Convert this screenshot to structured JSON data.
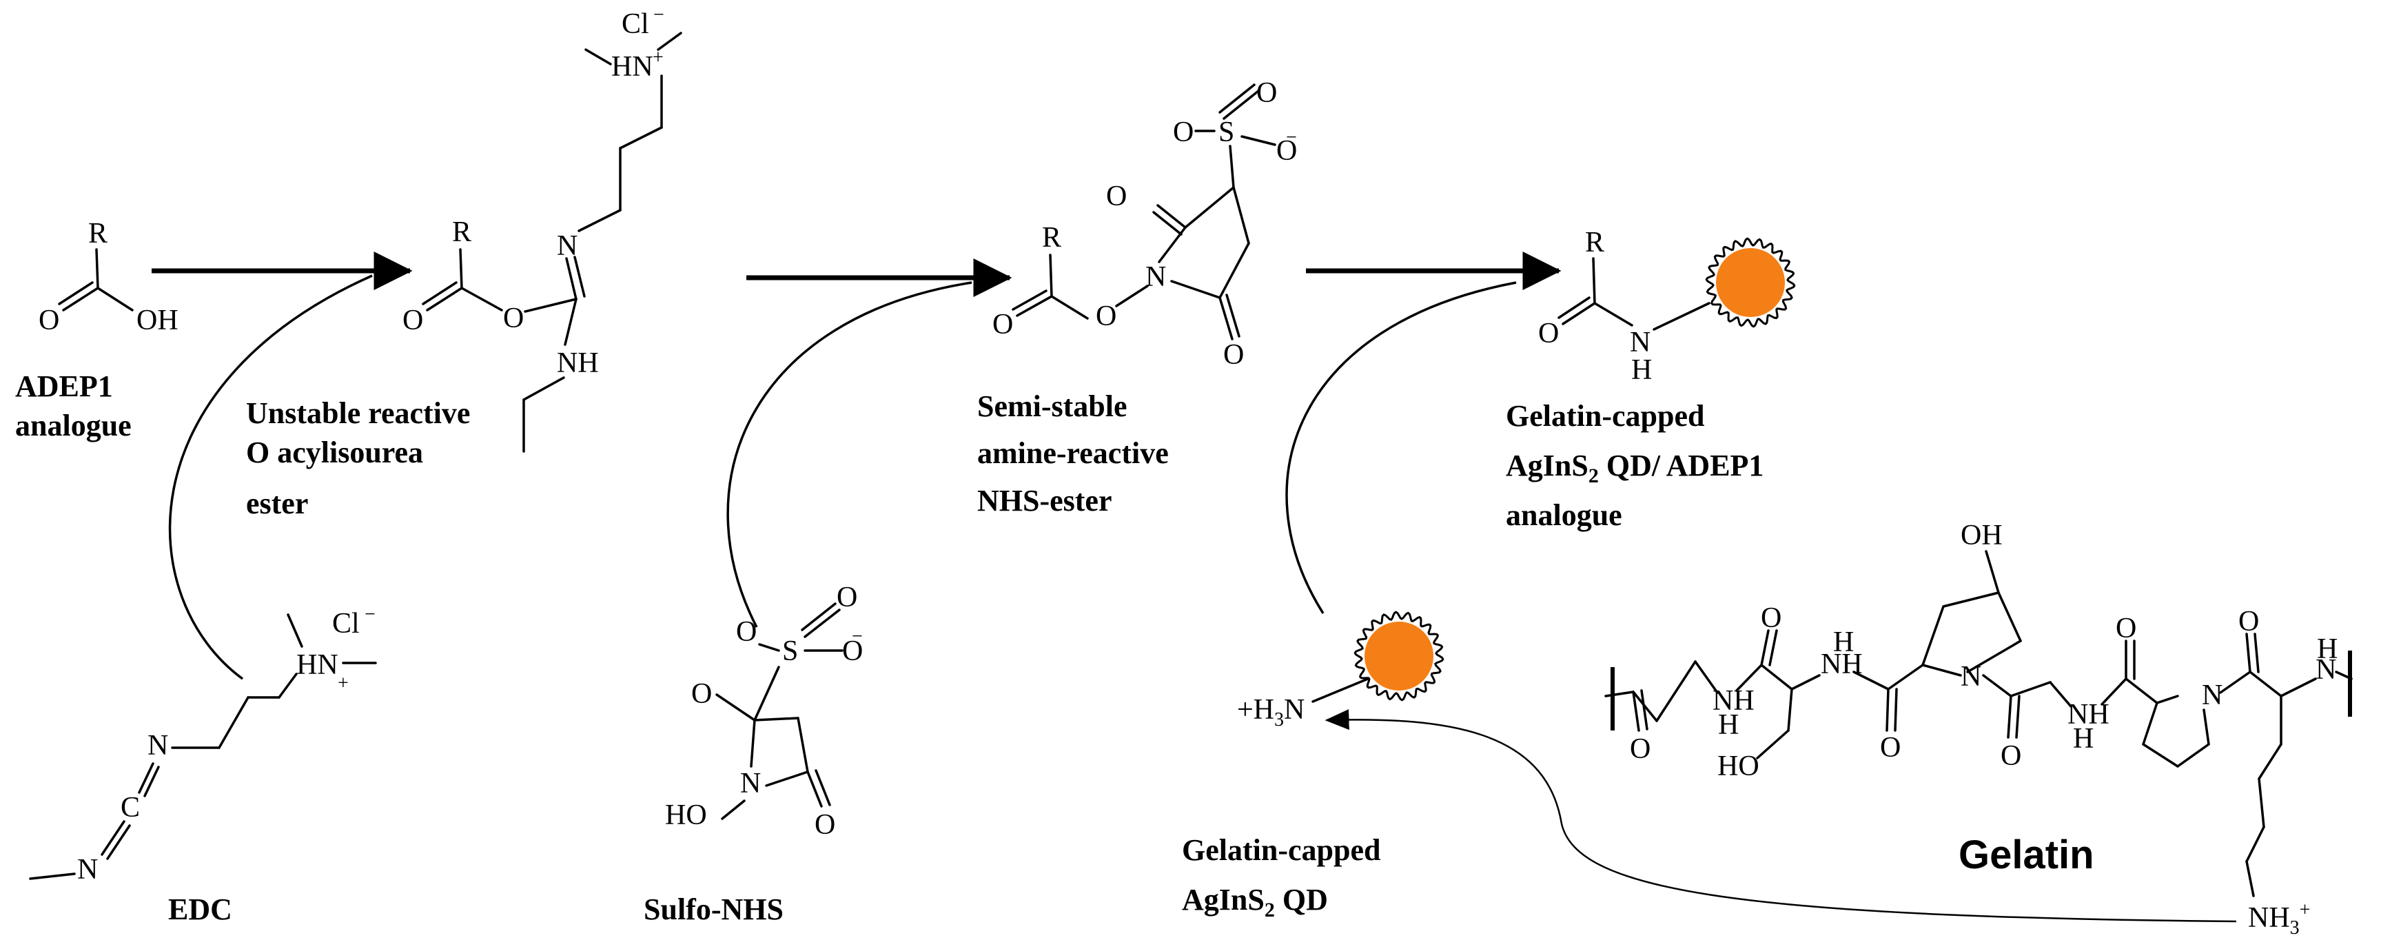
{
  "captions": {
    "adep1": [
      "ADEP1",
      "analogue"
    ],
    "unstable": [
      "Unstable reactive",
      "O acylisourea",
      "ester"
    ],
    "semi": [
      "Semi-stable",
      "amine-reactive",
      "NHS-ester"
    ],
    "product": [
      "Gelatin-capped",
      "AgInS",
      "2",
      " QD/ ADEP1",
      "analogue"
    ],
    "edc": "EDC",
    "sulfo": "Sulfo-NHS",
    "qd": [
      "Gelatin-capped",
      "AgInS",
      "2",
      " QD"
    ],
    "gelatin": "Gelatin"
  },
  "atoms": {
    "R": "R",
    "O": "O",
    "OH": "OH",
    "N": "N",
    "NH": "NH",
    "H": "H",
    "HN": "HN",
    "Cl": "Cl",
    "minus": "−",
    "plus": "+",
    "S": "S",
    "HO": "HO",
    "H3N_pre": "+H",
    "H3N_sub": "3",
    "H3N_post": "N",
    "NH3": "NH",
    "NH3_sub": "3",
    "NH3_sup": "+"
  },
  "colors": {
    "qd": "#F57F17"
  }
}
